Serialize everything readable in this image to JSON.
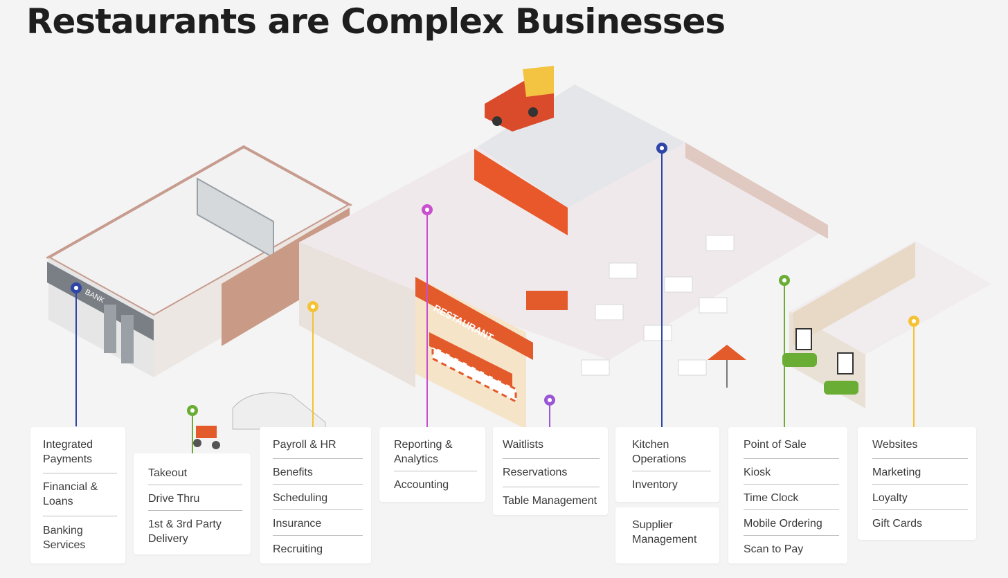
{
  "title": "Restaurants are Complex Businesses",
  "illustration": {
    "bank_sign": "BANK",
    "restaurant_sign": "RESTAURANT"
  },
  "colors": {
    "blue": "#2f45a8",
    "yellow": "#f4c232",
    "magenta": "#c94fcf",
    "purple": "#9b56d6",
    "green": "#6aad34",
    "orange": "#e35a2b"
  },
  "cards": [
    {
      "items": [
        "Integrated Payments",
        "Financial & Loans",
        "Banking Services"
      ],
      "pin_color": "blue"
    },
    {
      "items": [
        "Takeout",
        "Drive Thru",
        "1st & 3rd Party Delivery"
      ],
      "pin_color": "green"
    },
    {
      "items": [
        "Payroll & HR",
        "Benefits",
        "Scheduling",
        "Insurance",
        "Recruiting"
      ],
      "pin_color": "yellow"
    },
    {
      "items": [
        "Reporting & Analytics",
        "Accounting"
      ],
      "pin_color": "magenta"
    },
    {
      "items": [
        "Waitlists",
        "Reservations",
        "Table Management"
      ],
      "pin_color": "purple"
    },
    {
      "items": [
        "Kitchen Operations",
        "Inventory"
      ],
      "pin_color": "blue"
    },
    {
      "items": [
        "Supplier Management"
      ],
      "pin_color": "blue"
    },
    {
      "items": [
        "Point of Sale",
        "Kiosk",
        "Time Clock",
        "Mobile Ordering",
        "Scan to Pay"
      ],
      "pin_color": "green"
    },
    {
      "items": [
        "Websites",
        "Marketing",
        "Loyalty",
        "Gift Cards"
      ],
      "pin_color": "yellow"
    }
  ]
}
